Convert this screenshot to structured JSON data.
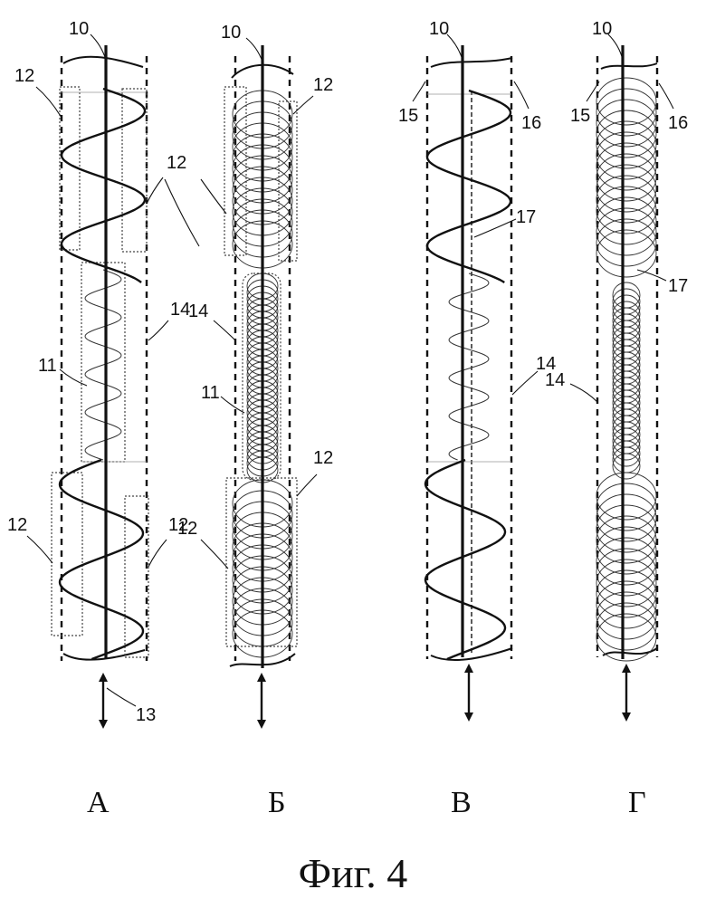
{
  "figure": {
    "caption": "Фиг. 4",
    "panels": [
      {
        "id": "A",
        "label": "А",
        "refs": {
          "top": "10",
          "frame_upper_left": "12",
          "frame_upper_right": "12",
          "small_helix": "11",
          "outer_line": "14",
          "frame_lower_left": "12",
          "frame_lower_right": "12",
          "arrow": "13"
        }
      },
      {
        "id": "B",
        "label": "Б",
        "refs": {
          "top": "10",
          "frame_upper": "12",
          "outer_line": "14",
          "small_coil": "11",
          "frame_lower": "12"
        }
      },
      {
        "id": "V",
        "label": "В",
        "refs": {
          "top": "10",
          "left_wall": "15",
          "right_wall": "16",
          "helix": "17",
          "outer_line": "14"
        }
      },
      {
        "id": "G",
        "label": "Г",
        "refs": {
          "top": "10",
          "left_wall": "15",
          "right_wall": "16",
          "coil": "17",
          "outer_line": "14"
        }
      }
    ]
  }
}
